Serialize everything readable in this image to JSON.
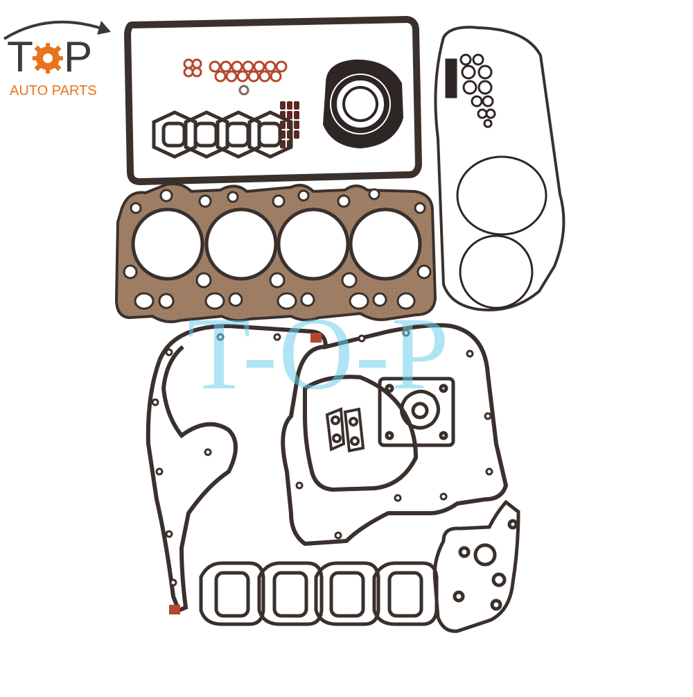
{
  "logo": {
    "text_left": "T",
    "text_gear": "O",
    "text_right": "P",
    "subtitle": "AUTO PARTS",
    "colors": {
      "dark": "#3a3a3a",
      "accent": "#e8731c"
    }
  },
  "watermark": {
    "text": "T-O-P",
    "color": "#6ecdeb"
  },
  "product": {
    "colors": {
      "gasket": "#3a302c",
      "head_gasket_fill": "#a0826a",
      "seal_red": "#b5472c"
    }
  }
}
